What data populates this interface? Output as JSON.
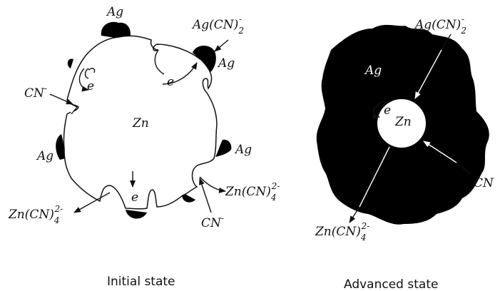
{
  "initial": {
    "caption": "Initial state",
    "core_label": "Zn",
    "ag_top": "Ag",
    "ag_right_top": "Ag",
    "ag_left": "Ag",
    "ag_right_mid": "Ag",
    "agcn_base": "Ag(CN)",
    "agcn_sub": "2",
    "agcn_sup": "-",
    "cn_base": "CN",
    "cn_sup": "-",
    "cn2_base": "CN",
    "cn2_sup": "-",
    "electron": "e",
    "zncn_base": "Zn(CN)",
    "zncn_sub": "4",
    "zncn_sup": "2-"
  },
  "advanced": {
    "caption": "Advanced state",
    "shell_label": "Ag",
    "core_label": "Zn",
    "agcn_base": "Ag(CN)",
    "agcn_sub": "2",
    "agcn_sup": "-",
    "cn_base": "CN",
    "electron": "e",
    "zncn_base": "Zn(CN)",
    "zncn_sub": "4",
    "zncn_sup": "2-"
  }
}
